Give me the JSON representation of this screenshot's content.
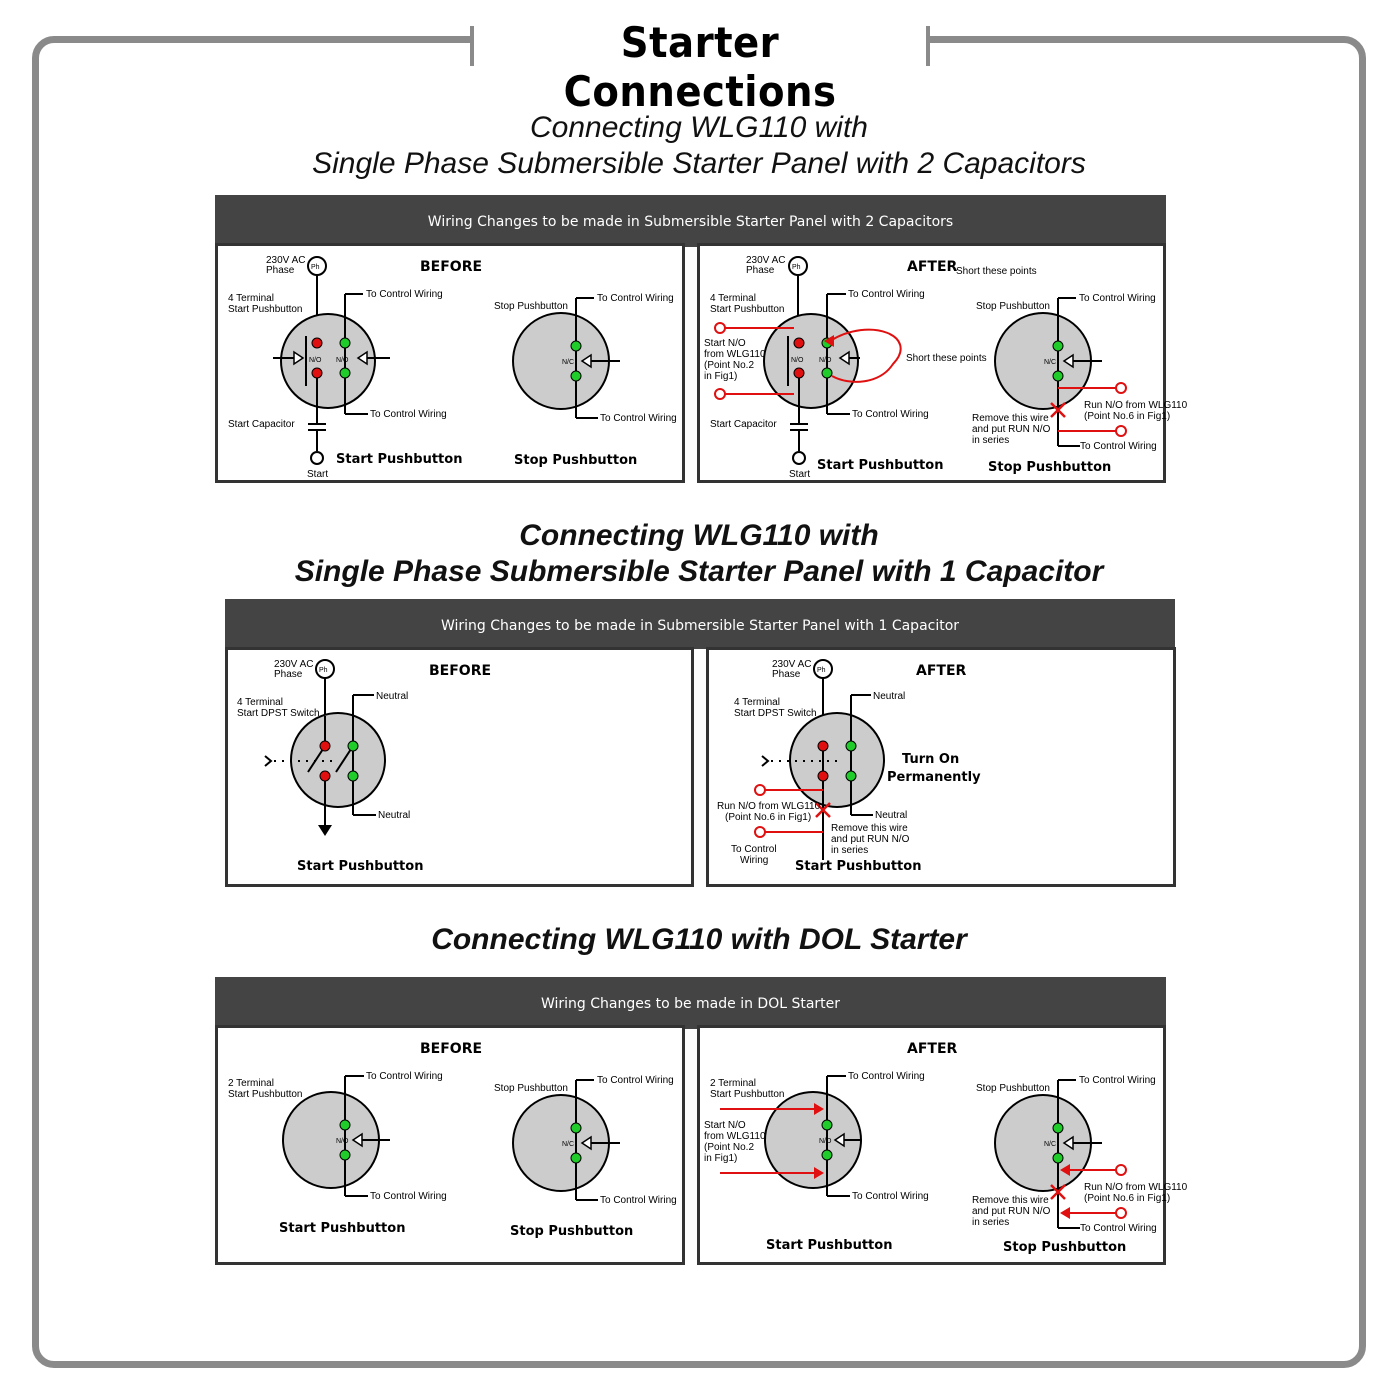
{
  "main_title": "Starter Connections",
  "sections": [
    {
      "title_line1": "Connecting WLG110 with",
      "title_line2": "Single Phase Submersible Starter Panel with 2 Capacitors",
      "banner": "Wiring Changes to be made in Submersible Starter Panel with 2 Capacitors",
      "before": {
        "heading": "BEFORE",
        "phase": "230V AC",
        "phase2": "Phase",
        "ph": "Ph",
        "terminal1": "4 Terminal",
        "terminal2": "Start Pushbutton",
        "to_control_top": "To Control Wiring",
        "to_control_bottom": "To Control Wiring",
        "no": "N/O",
        "start_capacitor": "Start Capacitor",
        "start": "Start",
        "start_pb": "Start Pushbutton",
        "stop_label": "Stop Pushbutton",
        "stop_to_control_top": "To Control Wiring",
        "stop_to_control_bottom": "To Control Wiring",
        "nc": "N/C",
        "stop_pb": "Stop Pushbutton"
      },
      "after": {
        "heading": "AFTER",
        "short_top": "Short these points",
        "short_side": "Short these points",
        "phase": "230V AC",
        "phase2": "Phase",
        "ph": "Ph",
        "terminal1": "4 Terminal",
        "terminal2": "Start Pushbutton",
        "to_control_top": "To Control Wiring",
        "to_control_bottom": "To Control Wiring",
        "start_no_1": "Start N/O",
        "start_no_2": "from WLG110",
        "start_no_3": "(Point No.2",
        "start_no_4": "in Fig1)",
        "no": "N/O",
        "start_capacitor": "Start Capacitor",
        "start": "Start",
        "start_pb": "Start Pushbutton",
        "stop_label": "Stop Pushbutton",
        "stop_to_control_top": "To Control Wiring",
        "stop_to_control_bottom": "To Control Wiring",
        "nc": "N/C",
        "run_no_1": "Run N/O from WLG110",
        "run_no_2": "(Point No.6 in Fig1)",
        "remove_1": "Remove this wire",
        "remove_2": "and put RUN N/O",
        "remove_3": "in series",
        "stop_pb": "Stop Pushbutton"
      }
    },
    {
      "title_line1": "Connecting WLG110 with",
      "title_line2": "Single Phase Submersible Starter Panel with 1 Capacitor",
      "banner": "Wiring Changes to be made in Submersible Starter Panel with 1 Capacitor",
      "before": {
        "heading": "BEFORE",
        "phase": "230V AC",
        "phase2": "Phase",
        "ph": "Ph",
        "terminal1": "4 Terminal",
        "terminal2": "Start DPST Switch",
        "neutral_top": "Neutral",
        "neutral_bottom": "Neutral",
        "start_pb": "Start Pushbutton"
      },
      "after": {
        "heading": "AFTER",
        "phase": "230V AC",
        "phase2": "Phase",
        "ph": "Ph",
        "terminal1": "4 Terminal",
        "terminal2": "Start DPST Switch",
        "neutral_top": "Neutral",
        "neutral_bottom": "Neutral",
        "turn_on_1": "Turn On",
        "turn_on_2": "Permanently",
        "run_no_1": "Run N/O from WLG110",
        "run_no_2": "(Point No.6 in Fig1)",
        "remove_1": "Remove this wire",
        "remove_2": "and put RUN N/O",
        "remove_3": "in series",
        "to_control_1": "To Control",
        "to_control_2": "Wiring",
        "start_pb": "Start Pushbutton"
      }
    },
    {
      "title_line1": "Connecting WLG110 with DOL Starter",
      "banner": "Wiring Changes to be made in DOL Starter",
      "before": {
        "heading": "BEFORE",
        "terminal1": "2 Terminal",
        "terminal2": "Start Pushbutton",
        "to_control_top": "To Control Wiring",
        "to_control_bottom": "To Control Wiring",
        "no": "N/O",
        "start_pb": "Start Pushbutton",
        "stop_label": "Stop Pushbutton",
        "stop_to_control_top": "To Control Wiring",
        "stop_to_control_bottom": "To Control Wiring",
        "nc": "N/C",
        "stop_pb": "Stop Pushbutton"
      },
      "after": {
        "heading": "AFTER",
        "terminal1": "2 Terminal",
        "terminal2": "Start Pushbutton",
        "to_control_top": "To Control Wiring",
        "to_control_bottom": "To Control Wiring",
        "start_no_1": "Start N/O",
        "start_no_2": "from WLG110",
        "start_no_3": "(Point No.2",
        "start_no_4": "in Fig1)",
        "no": "N/O",
        "start_pb": "Start Pushbutton",
        "stop_label": "Stop Pushbutton",
        "stop_to_control_top": "To Control Wiring",
        "stop_to_control_bottom": "To Control Wiring",
        "nc": "N/C",
        "run_no_1": "Run N/O from WLG110",
        "run_no_2": "(Point No.6 in Fig1)",
        "remove_1": "Remove this wire",
        "remove_2": "and put RUN N/O",
        "remove_3": "in series",
        "stop_pb": "Stop Pushbutton"
      }
    }
  ],
  "colors": {
    "frame": "#8a8a8a",
    "banner": "#444444",
    "red_dot": "#e01010",
    "green_dot": "#1fcc2a",
    "wire_red": "#e01010",
    "button_fill": "#cccccc"
  }
}
